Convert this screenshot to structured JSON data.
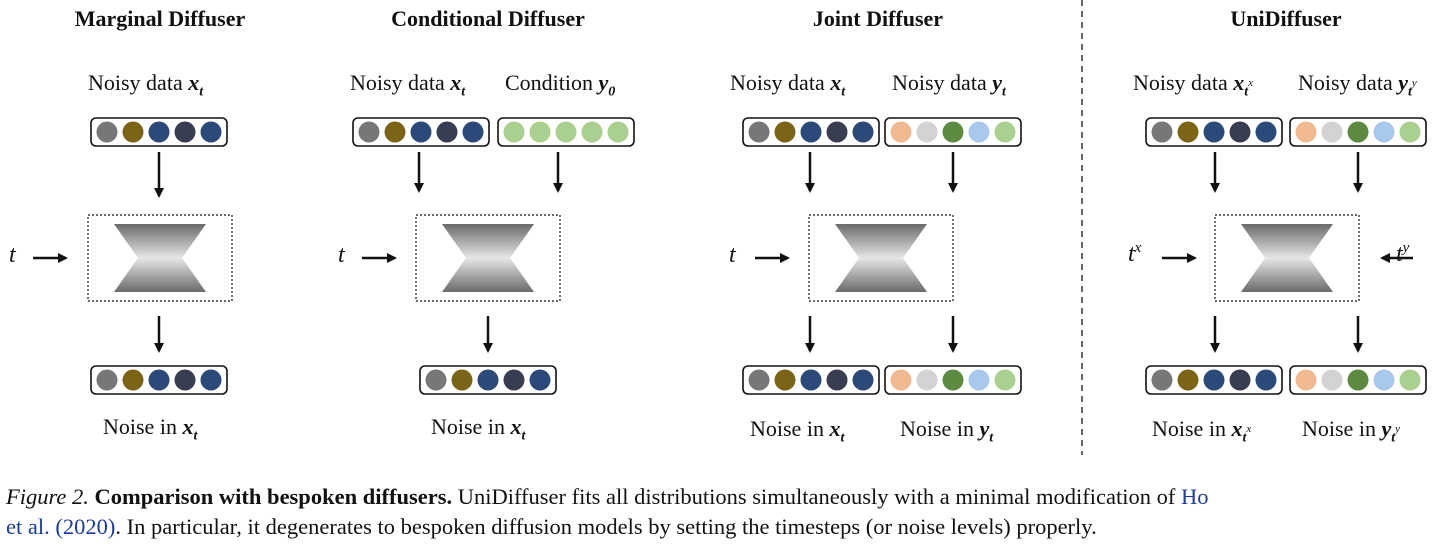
{
  "panels": [
    {
      "title": "Marginal Diffuser",
      "input_labels": [
        {
          "text": "Noisy data ",
          "var": "x",
          "sub": "t"
        }
      ],
      "output_labels": [
        {
          "text": "Noise in ",
          "var": "x",
          "sub": "t"
        }
      ],
      "time_labels": [
        {
          "text": "t",
          "sup": ""
        }
      ]
    },
    {
      "title": "Conditional Diffuser",
      "input_labels": [
        {
          "text": "Noisy data ",
          "var": "x",
          "sub": "t"
        },
        {
          "text": "Condition ",
          "var": "y",
          "sub": "0"
        }
      ],
      "output_labels": [
        {
          "text": "Noise in ",
          "var": "x",
          "sub": "t"
        }
      ],
      "time_labels": [
        {
          "text": "t",
          "sup": ""
        }
      ]
    },
    {
      "title": "Joint Diffuser",
      "input_labels": [
        {
          "text": "Noisy data ",
          "var": "x",
          "sub": "t"
        },
        {
          "text": "Noisy data ",
          "var": "y",
          "sub": "t"
        }
      ],
      "output_labels": [
        {
          "text": "Noise in ",
          "var": "x",
          "sub": "t"
        },
        {
          "text": "Noise in ",
          "var": "y",
          "sub": "t"
        }
      ],
      "time_labels": [
        {
          "text": "t",
          "sup": ""
        }
      ]
    },
    {
      "title": "UniDiffuser",
      "input_labels": [
        {
          "text": "Noisy data ",
          "var": "x",
          "sub": "t",
          "subsup": "x"
        },
        {
          "text": "Noisy data ",
          "var": "y",
          "sub": "t",
          "subsup": "y"
        }
      ],
      "output_labels": [
        {
          "text": "Noise in ",
          "var": "x",
          "sub": "t",
          "subsup": "x"
        },
        {
          "text": "Noise in ",
          "var": "y",
          "sub": "t",
          "subsup": "y"
        }
      ],
      "time_labels": [
        {
          "text": "t",
          "sup": "x"
        },
        {
          "text": "t",
          "sup": "y"
        }
      ]
    }
  ],
  "colors": {
    "x_tokens": [
      "#787676",
      "#7c6417",
      "#2b4a7a",
      "#383d52",
      "#2b4a7a"
    ],
    "y_tokens": [
      "#f0b98f",
      "#d3d3d3",
      "#5c8a3e",
      "#a9c9ec",
      "#a9d08e"
    ],
    "cond_tokens": [
      "#a9d08e",
      "#a9d08e",
      "#a9d08e",
      "#a9d08e",
      "#a9d08e"
    ]
  },
  "caption": {
    "figure": "Figure 2.",
    "bold": "Comparison with bespoken diffusers.",
    "text1": "UniDiffuser fits all distributions simultaneously with a minimal modification of",
    "cite_a": "Ho",
    "cite_b": "et al.",
    "year": "(2020)",
    "text2": ". In particular, it degenerates to bespoken diffusion models by setting the timesteps (or noise levels) properly."
  }
}
